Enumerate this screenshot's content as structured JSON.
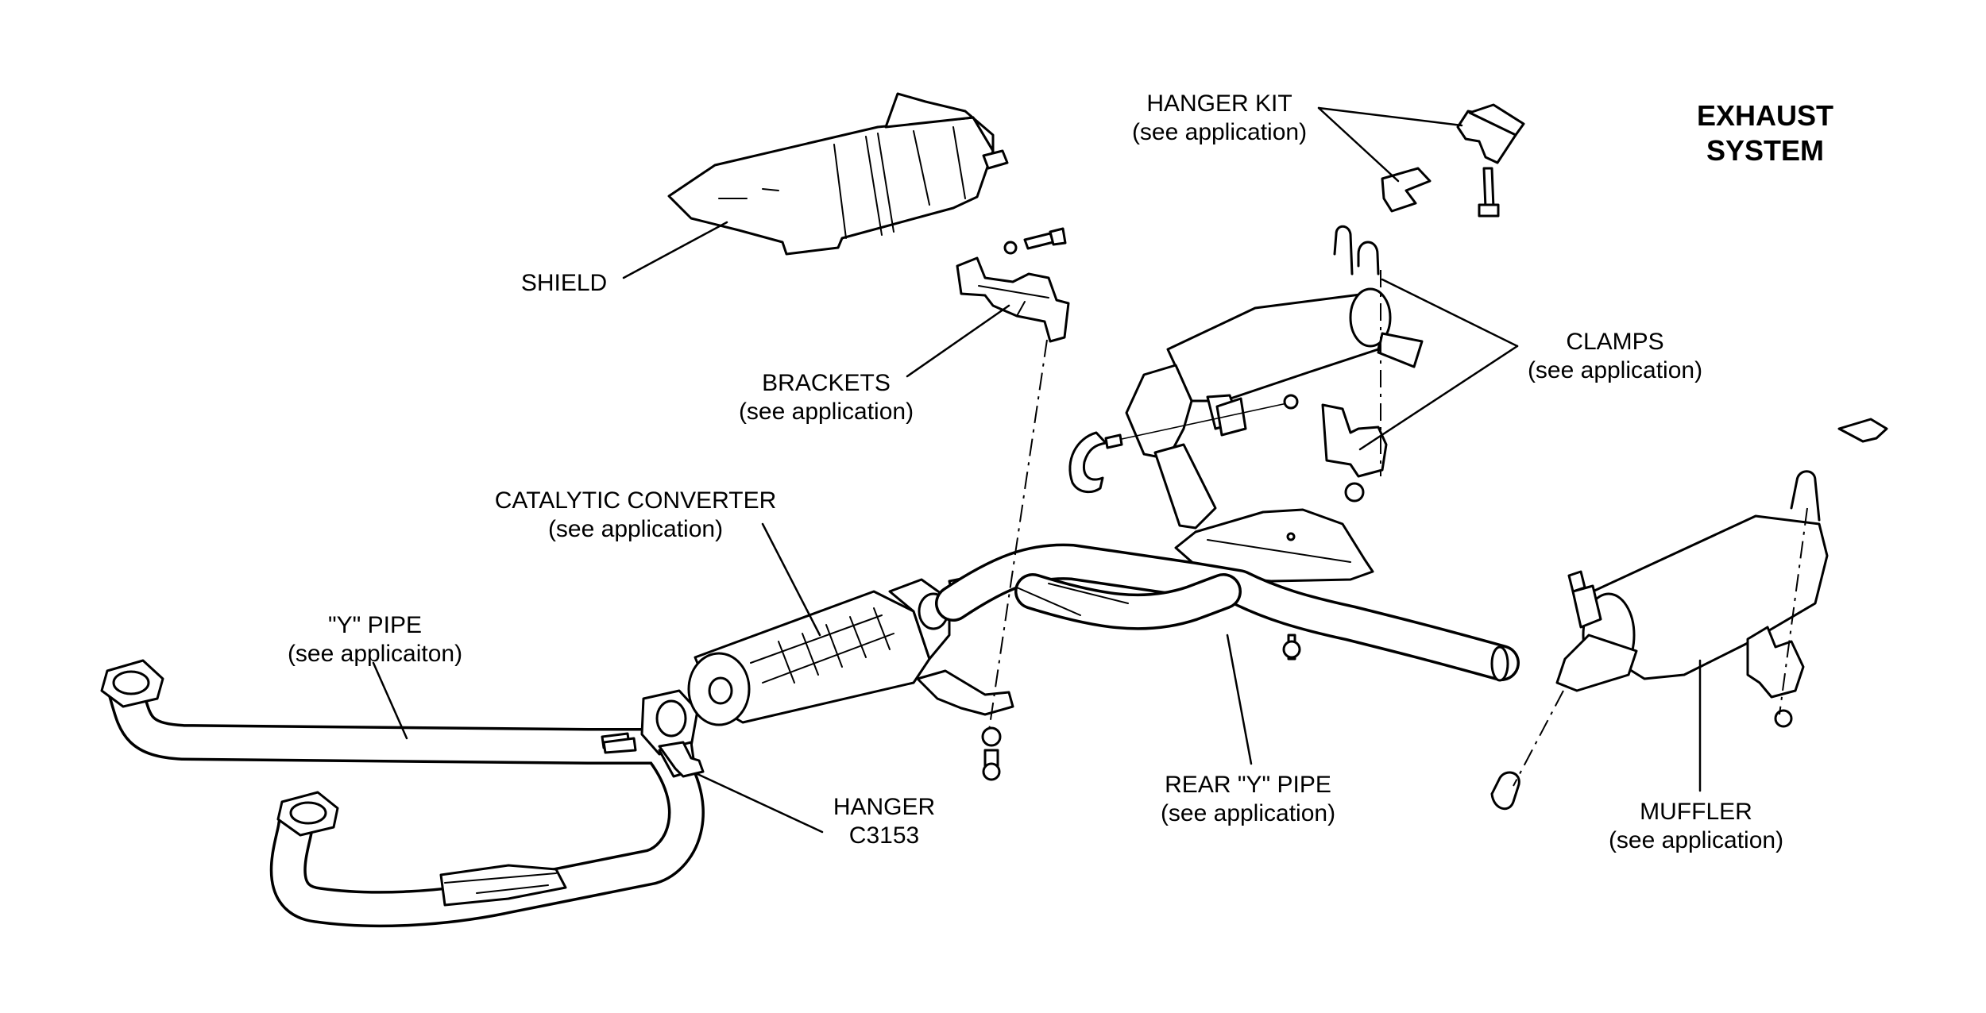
{
  "title": {
    "line1": "EXHAUST",
    "line2": "SYSTEM"
  },
  "labels": {
    "hanger_kit": {
      "name": "HANGER KIT",
      "note": "(see application)"
    },
    "shield": {
      "name": "SHIELD"
    },
    "clamps": {
      "name": "CLAMPS",
      "note": "(see application)"
    },
    "brackets": {
      "name": "BRACKETS",
      "note": "(see application)"
    },
    "catalytic_converter": {
      "name": "CATALYTIC CONVERTER",
      "note": "(see application)"
    },
    "y_pipe": {
      "name": "\"Y\" PIPE",
      "note": "(see applicaiton)"
    },
    "hanger": {
      "name": "HANGER",
      "note": "C3153"
    },
    "rear_y_pipe": {
      "name": "REAR \"Y\" PIPE",
      "note": "(see application)"
    },
    "muffler": {
      "name": "MUFFLER",
      "note": "(see application)"
    }
  }
}
